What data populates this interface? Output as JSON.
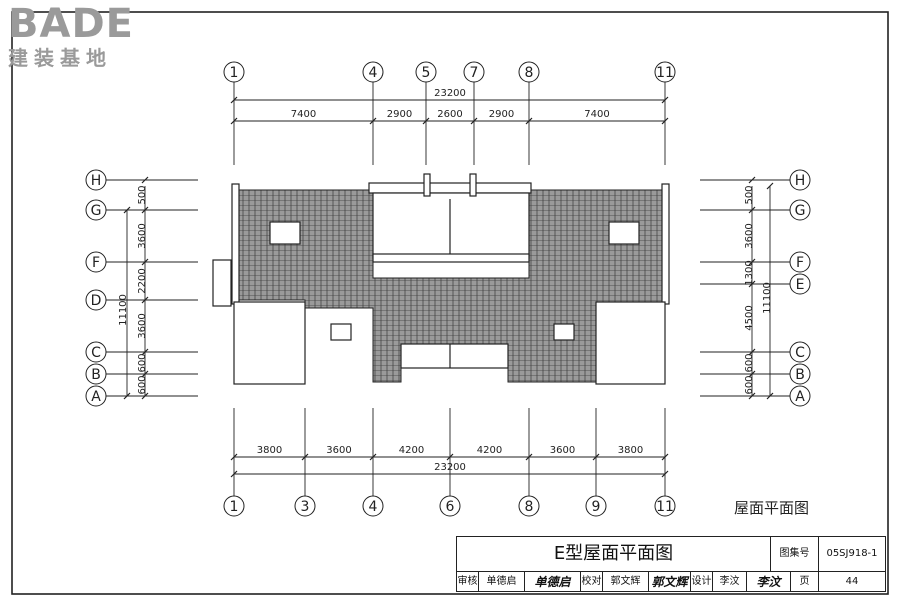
{
  "logo": {
    "main": "BADE",
    "sub": "建装基地"
  },
  "top_axes": [
    "1",
    "4",
    "5",
    "7",
    "8",
    "11"
  ],
  "top_total": "23200",
  "top_dims": [
    "7400",
    "2900",
    "2600",
    "2900",
    "7400"
  ],
  "bottom_axes": [
    "1",
    "3",
    "4",
    "6",
    "8",
    "9",
    "11"
  ],
  "bottom_dims": [
    "3800",
    "3600",
    "4200",
    "4200",
    "3600",
    "3800"
  ],
  "bottom_total": "23200",
  "left_axes": [
    "H",
    "G",
    "F",
    "D",
    "C",
    "B",
    "A"
  ],
  "left_dims": [
    "500",
    "3600",
    "2200",
    "3600",
    "600",
    "600"
  ],
  "left_total": "11100",
  "right_axes": [
    "H",
    "G",
    "F",
    "E",
    "C",
    "B",
    "A"
  ],
  "right_dims": [
    "500",
    "3600",
    "1300",
    "4500",
    "600",
    "600"
  ],
  "right_total": "11100",
  "plan_title": "屋面平面图",
  "title_block": {
    "title": "E型屋面平面图",
    "set_label": "图集号",
    "set_number": "05SJ918-1",
    "review_label": "审核",
    "reviewer": "单德启",
    "check_label": "校对",
    "checker": "郭文辉",
    "design_label": "设计",
    "designer": "李汶",
    "page_label": "页",
    "page": "44"
  }
}
